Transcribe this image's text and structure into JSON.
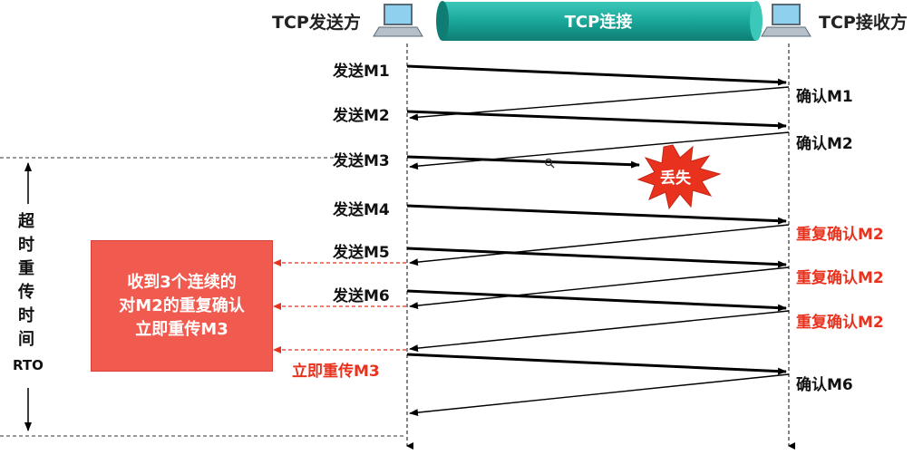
{
  "header": {
    "sender_title": "TCP发送方",
    "connection_label": "TCP连接",
    "receiver_title": "TCP接收方"
  },
  "sends": [
    "发送M1",
    "发送M2",
    "发送M3",
    "发送M4",
    "发送M5",
    "发送M6"
  ],
  "acks": [
    {
      "text": "确认M1",
      "dup": false
    },
    {
      "text": "确认M2",
      "dup": false
    },
    {
      "text": "重复确认M2",
      "dup": true
    },
    {
      "text": "重复确认M2",
      "dup": true
    },
    {
      "text": "重复确认M2",
      "dup": true
    },
    {
      "text": "确认M6",
      "dup": false
    }
  ],
  "lost_label": "丢失",
  "retransmit_label": "立即重传M3",
  "note_lines": [
    "收到3个连续的",
    "对M2的重复确认",
    "立即重传M3"
  ],
  "rto": {
    "chars": [
      "超",
      "时",
      "重",
      "传",
      "时",
      "间"
    ],
    "abbr": "RTO"
  },
  "colors": {
    "accent_red": "#e8321e",
    "note_bg": "#f15a4e",
    "tube": "#19a79a"
  }
}
